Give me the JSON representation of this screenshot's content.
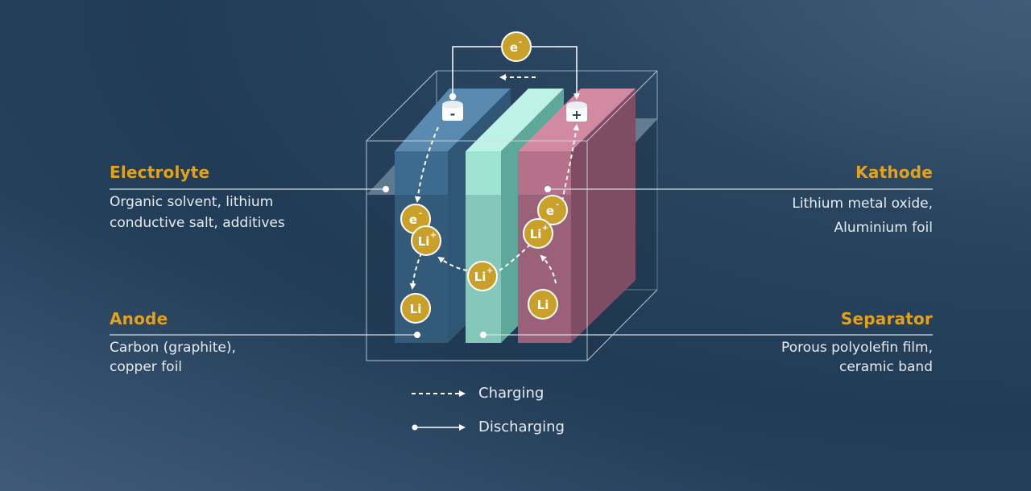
{
  "labels": {
    "electrolyte": {
      "title": "Electrolyte",
      "desc1": "Organic solvent, lithium",
      "desc2": "conductive salt, additives"
    },
    "kathode": {
      "title": "Kathode",
      "desc1": "Lithium metal oxide,",
      "desc2": "Aluminium foil"
    },
    "anode": {
      "title": "Anode",
      "desc1": "Carbon (graphite),",
      "desc2": "copper foil"
    },
    "separator": {
      "title": "Separator",
      "desc1": "Porous polyolefin film,",
      "desc2": "ceramic band"
    }
  },
  "legend": {
    "charging": "Charging",
    "discharging": "Discharging"
  },
  "particles": {
    "electron": "e",
    "electron_sup": "-",
    "lithium": "Li",
    "lithium_sup": "+",
    "lithium_ion": "Li"
  },
  "terminals": {
    "negative": "-",
    "positive": "+"
  },
  "colors": {
    "accent": "#e2a21b",
    "particle": "#c9a12a",
    "anode": "#3f6e93",
    "separator": "#8fd9c8",
    "cathode": "#b5708a",
    "line": "#d7dde3"
  },
  "icons": {
    "arrow": "arrowhead"
  }
}
